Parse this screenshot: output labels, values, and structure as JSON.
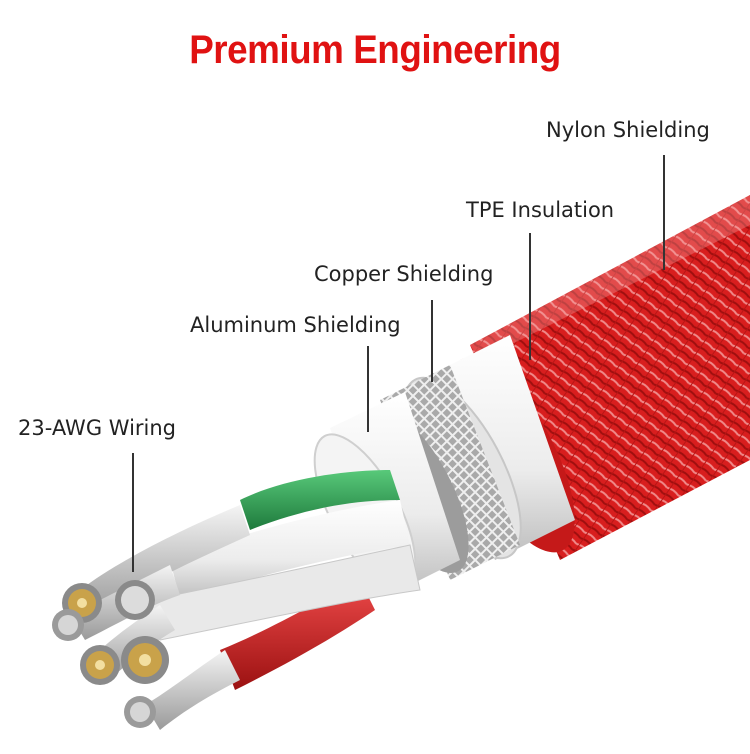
{
  "title": {
    "text": "Premium Engineering"
  },
  "labels": {
    "nylon": "Nylon Shielding",
    "tpe": "TPE Insulation",
    "copper": "Copper Shielding",
    "aluminum": "Aluminum Shielding",
    "wiring": "23-AWG Wiring"
  },
  "colors": {
    "title": "#e01212",
    "nylon_red": "#d81e1e",
    "green_wire": "#2e9e52",
    "red_wire": "#cc2020",
    "jacket_white": "#f2f2f2",
    "copper_mesh": "#b9b9b9",
    "strand_core": "#c9a24a"
  }
}
